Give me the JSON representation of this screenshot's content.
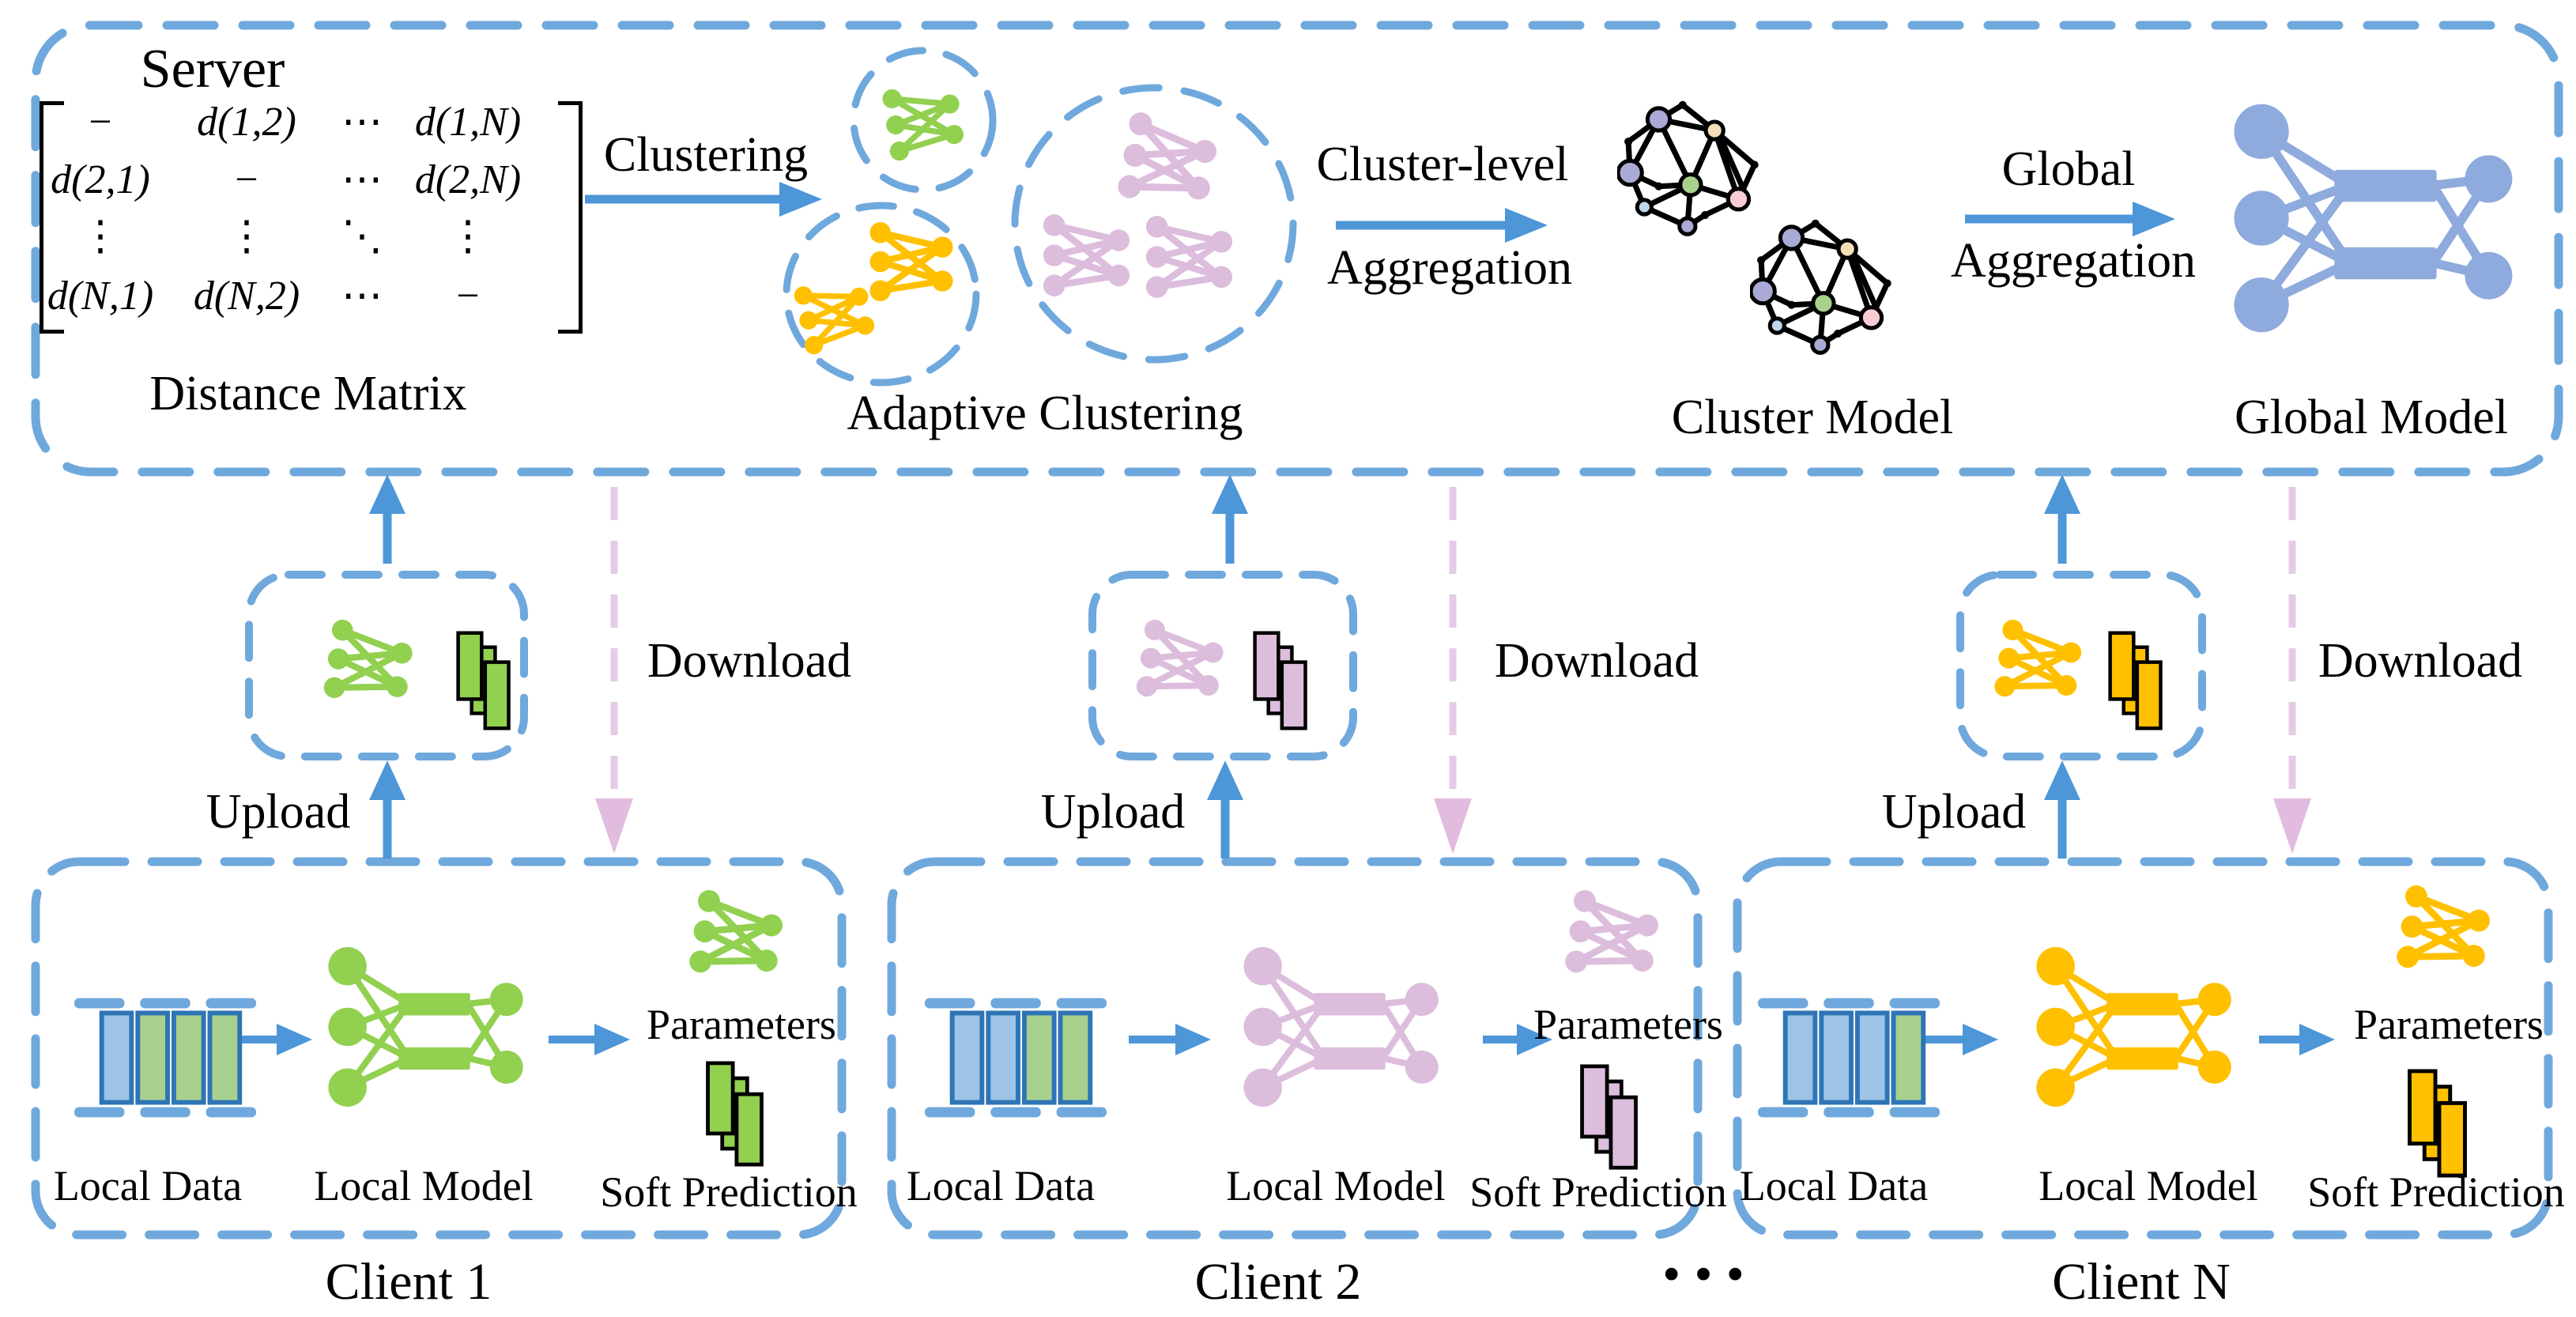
{
  "colors": {
    "dash_blue": "#6FA8DC",
    "arrow_blue": "#4D96D8",
    "client_green": "#92D050",
    "client_pink": "#DCBDDC",
    "client_yellow": "#FFC000",
    "global_blue": "#8FAADC",
    "download_pink_line": "#E4CCE6",
    "download_pink_head": "#E2BCDE",
    "data_blue": "#9DC3E6",
    "data_green": "#A9D18E",
    "data_border": "#2E75B6",
    "graph_edge_black": "#000000"
  },
  "server": {
    "title": "Server",
    "distance_matrix": {
      "caption": "Distance Matrix",
      "rows": [
        [
          "−",
          "d(1,2)",
          "⋯",
          "d(1,N)"
        ],
        [
          "d(2,1)",
          "−",
          "⋯",
          "d(2,N)"
        ],
        [
          "⋮",
          "⋮",
          "⋱",
          "⋮"
        ],
        [
          "d(N,1)",
          "d(N,2)",
          "⋯",
          "−"
        ]
      ]
    },
    "clustering_label": "Clustering",
    "adaptive_clustering_caption": "Adaptive Clustering",
    "cluster_aggregation_label": [
      "Cluster-level",
      "Aggregation"
    ],
    "cluster_model_caption": "Cluster Model",
    "global_aggregation_label": [
      "Global",
      "Aggregation"
    ],
    "global_model_caption": "Global Model"
  },
  "links": {
    "upload_label": "Upload",
    "download_label": "Download"
  },
  "clients": [
    {
      "caption": "Client 1",
      "local_data": "Local Data",
      "local_model": "Local Model",
      "parameters": "Parameters",
      "soft_prediction": "Soft Prediction"
    },
    {
      "caption": "Client 2",
      "local_data": "Local Data",
      "local_model": "Local Model",
      "parameters": "Parameters",
      "soft_prediction": "Soft Prediction"
    },
    {
      "caption": "Client N",
      "local_data": "Local Data",
      "local_model": "Local Model",
      "parameters": "Parameters",
      "soft_prediction": "Soft Prediction"
    }
  ],
  "ellipsis": "•••"
}
